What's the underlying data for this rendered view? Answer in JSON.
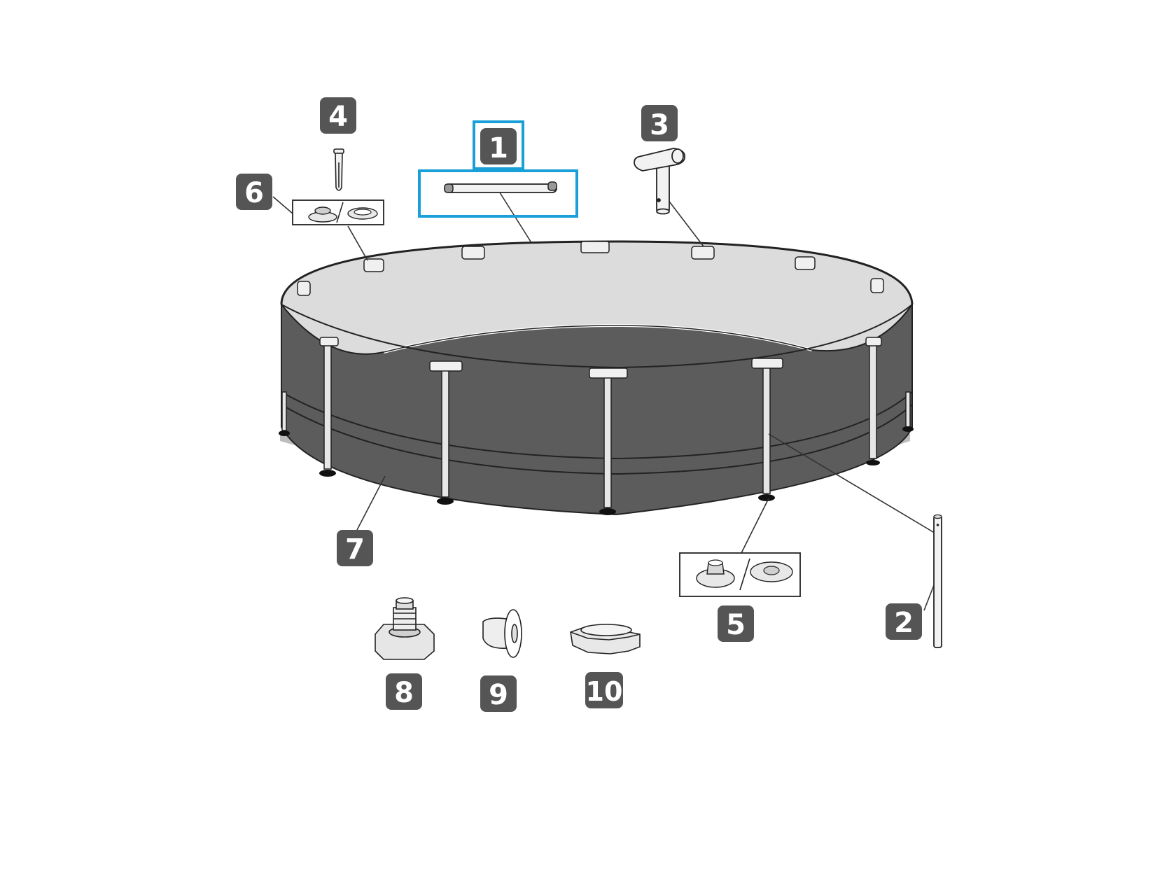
{
  "diagram": {
    "badge_color": "#555555",
    "highlight_color": "#1aa0d8",
    "pool_wall_color": "#5c5c5c",
    "pool_floor_color": "#d9d9d9",
    "highlighted_part": "1",
    "parts": [
      {
        "number": "1",
        "icon": "horizontal-beam-icon"
      },
      {
        "number": "2",
        "icon": "vertical-leg-icon"
      },
      {
        "number": "3",
        "icon": "t-joint-icon"
      },
      {
        "number": "4",
        "icon": "pin-icon"
      },
      {
        "number": "5",
        "icon": "leg-cap-icon"
      },
      {
        "number": "6",
        "icon": "joint-cap-icon"
      },
      {
        "number": "7",
        "icon": "pool-liner-icon"
      },
      {
        "number": "8",
        "icon": "drain-valve-adapter-icon"
      },
      {
        "number": "9",
        "icon": "strainer-plug-icon"
      },
      {
        "number": "10",
        "icon": "drain-cap-icon"
      }
    ]
  }
}
